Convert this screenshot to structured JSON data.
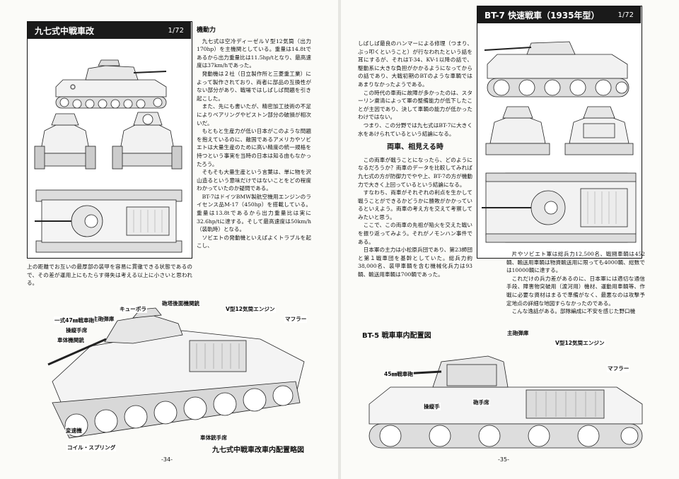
{
  "left": {
    "title": "九七式中戦車改",
    "scale": "1/72",
    "section_heading": "機動力",
    "paragraphs": [
      "九七式は空冷ディーゼルＶ型12気筒（出力170hp）を主機関としている。重量は14.8tであるから出力重量比は11.5hp/tとなり、最高速度は37km/hであった。",
      "発動機は２社（日立製作所と三菱重工業）によって製作されており、両者に部品の互換性がない部分があり、戦場ではしばしば問題を引き起こした。",
      "また、先にも書いたが、精密加工技術の不足によりベアリングやピストン部分の破損が相次いだ。",
      "もともと生産力が低い日本がこのような問題を抱えているのに、敵国であるアメリカやソビエトは大量生産のために高い精度の統一規格を持つという事実を当時の日本は知る由もなかったろう。",
      "そもそも大量生産という言葉は、単に物を沢山造るという意味だけではないことをどの程度わかっていたのか疑問である。",
      "BT-7はドイツBMW製航空機用エンジンのライセンス品M-17（450hp）を搭載している。重量は13.8tであるから出力重量比は実に32.6hp/tに達する。そして最高速度は50km/h（装軌時）となる。",
      "ソビエトの発動機といえばよくトラブルを起こし、"
    ],
    "overflow_text": "上の距離でお互いの最厚部の装甲を容易に貫徹できる状態であるので、その差が運用上にもたらす得失は考える以上に小さいと思われる。",
    "diagram_caption": "九七式中戦車改車内配置略図",
    "diagram_labels": [
      "キューポラ",
      "砲塔後面機関銃",
      "V型12気筒エンジン",
      "マフラー",
      "主砲弾庫",
      "一式47㎜戦車砲",
      "操縦手席",
      "車体機関銃",
      "変速機",
      "コイル・スプリング",
      "車体銃手席"
    ],
    "page_number": "-34-"
  },
  "right": {
    "title": "BT-7 快速戦車（1935年型）",
    "scale": "1/72",
    "col1_paragraphs": [
      "しばしば最良のハンマーによる修理（つまり、ぶっ叩くということ）が行なわれたという話を耳にするが、それはT-34、KV-1以降の話で、駆動系に大きな負担がかかるようになってからの話であり、大戦初期のBTのような車輌ではあまりなかったようである。",
      "この時代の車両に故障が多かったのは、スターリン粛清によって軍の整備能力が低下したことが主因であり、決して車輌の能力が低かったわけではない。",
      "つまり、この分野では九七式はBT-7に大きく水をあけられているという結論になる。"
    ],
    "col1_heading": "両車、相見える時",
    "col1_paragraphs_2": [
      "この両車が戦うことになったら、どのようになるだろうか？両車のデータを比較してみれば九七式の方が防御力でやや上、BT-7の方が機動力で大きく上回っているという結論になる。",
      "すなわち、両車がそれぞれの利点を生かして戦うことができるかどうかに勝敗がかかっているといえよう。両車の考え方を交えて考察してみたいと思う。",
      "ここで、この両車の先祖が陥火を交えた戦いを振り返ってみよう。それがノモンハン事件である。",
      "日本軍の主力は小松原兵団であり、第23師団と第１戦車団を基幹としていた。総兵力約38,000名、装甲車輌を含む機械化兵力は93輌、輸送用車輌は700輌であった。"
    ],
    "col2_paragraphs": [
      "片やソビエト軍は総兵力12,500名、戦闘車輌は452輌、輸送用車輌は物資輸送用に限っても4000輌、総数では10000輌に達する。",
      "これだけの兵力差があるのに、日本軍には適切な通信手段、障害物突破用（渡河用）機材、運動用車輌等、作戦に必要な資材はまるで準備がなく、最悪なのは攻撃予定地点の詳細な地図すらなかったのである。",
      "こんな逸話がある。部隊編成に不安を感じた野口機"
    ],
    "diagram_title": "BT-5 戦車車内配置図",
    "diagram_labels": [
      "主砲弾庫",
      "V型12気筒エンジン",
      "マフラー",
      "45㎜戦車砲",
      "操縦手",
      "砲手席"
    ],
    "page_number": "-35-"
  }
}
